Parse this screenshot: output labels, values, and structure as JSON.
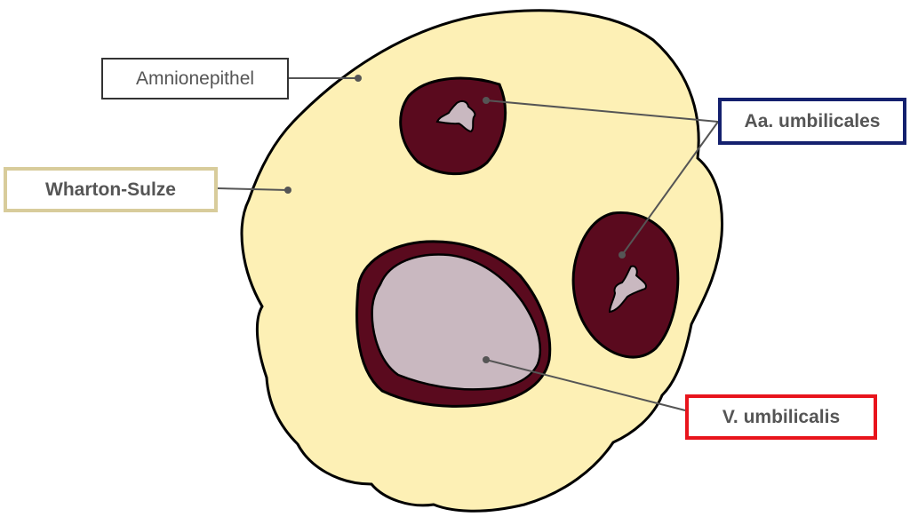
{
  "labels": {
    "amnion": "Amnionepithel",
    "wharton": "Wharton-Sulze",
    "arteries": "Aa. umbilicales",
    "vein": "V. umbilicalis"
  },
  "colors": {
    "jelly": "#fdf0b5",
    "vessel_wall": "#5a0a1e",
    "lumen": "#c9b8c0",
    "outline": "#000000",
    "leader": "#555555",
    "amnion_border": "#333333",
    "wharton_border": "#d8cc9b",
    "arteries_border": "#14206e",
    "vein_border": "#e8141c"
  }
}
